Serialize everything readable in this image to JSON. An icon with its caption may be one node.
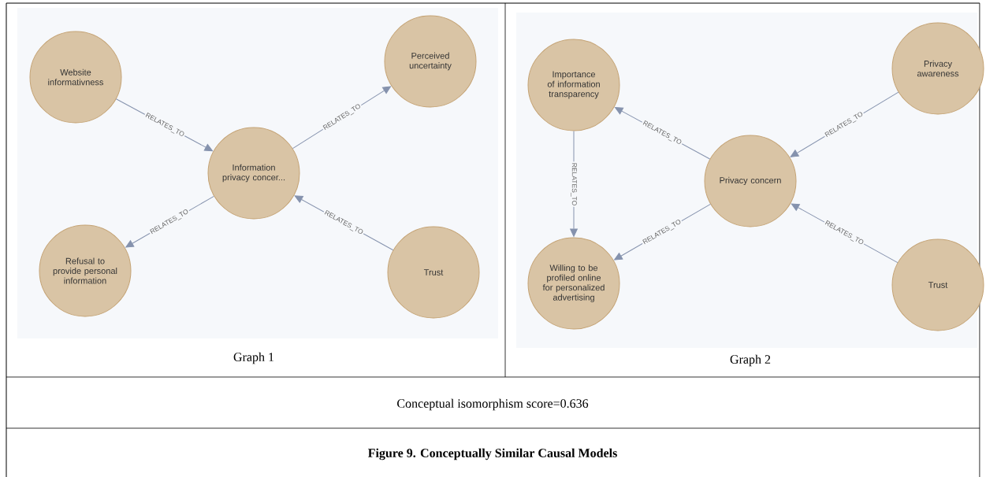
{
  "diagram": {
    "caption": "Figure 9. Conceptually Similar Causal Models",
    "nodes": [
      {
        "text": [
          "Website informativness"
        ]
      },
      {
        "text": [
          "Perceived uncertainty"
        ]
      },
      {
        "text": [
          "Information privacy concer..."
        ]
      },
      {
        "text": [
          "Refusal to provide personal information"
        ]
      },
      {
        "text": [
          "Trust"
        ]
      },
      {
        "text": [
          "Importance of information transparency"
        ]
      },
      {
        "text": [
          "Privacy awareness"
        ]
      },
      {
        "text": [
          "Privacy concern"
        ]
      },
      {
        "text": [
          "Willing to be profiled online for personalized advertising"
        ]
      },
      {
        "text": [
          "Trust"
        ]
      }
    ],
    "edges": [
      {
        "from": 0,
        "to": 2,
        "arrow": "to",
        "label": "RELATES_TO"
      },
      {
        "from": 2,
        "to": 1,
        "arrow": "to",
        "label": "RELATES_TO"
      },
      {
        "from": 2,
        "to": 3,
        "arrow": "to",
        "label": "RELATES_TO"
      },
      {
        "from": 4,
        "to": 2,
        "arrow": "to",
        "label": "RELATES_TO"
      },
      {
        "from": 7,
        "to": 5,
        "arrow": "to",
        "label": "RELATES_TO"
      },
      {
        "from": 6,
        "to": 7,
        "arrow": "to",
        "label": "RELATES_TO"
      },
      {
        "from": 5,
        "to": 8,
        "arrow": "to",
        "label": "RELATES_TO"
      },
      {
        "from": 7,
        "to": 8,
        "arrow": "to",
        "label": "RELATES_TO"
      },
      {
        "from": 9,
        "to": 7,
        "arrow": "to",
        "label": "RELATES_TO"
      }
    ],
    "labels": [
      "Graph 1",
      "Graph 2",
      "Conceptual isomorphism score=0.636"
    ]
  }
}
